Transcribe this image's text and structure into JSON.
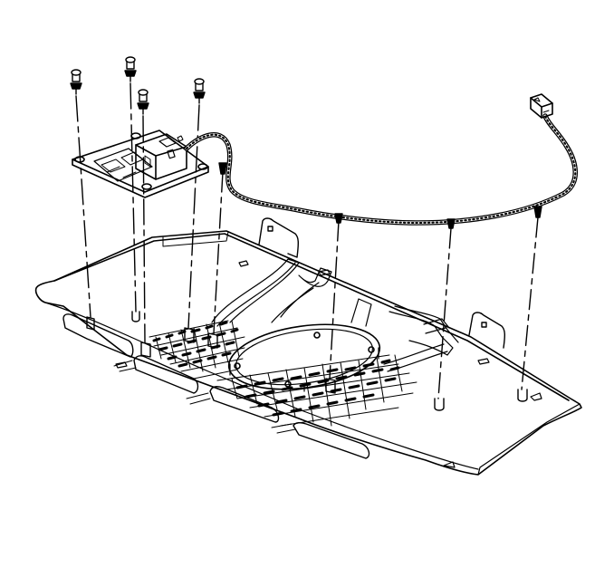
{
  "colors": {
    "background": "#ffffff",
    "line": "#000000"
  },
  "diagram": {
    "kind": "exploded-installation-view",
    "parts": [
      {
        "name": "overhead-console-housing",
        "icon": "console-housing"
      },
      {
        "name": "mounting-bracket",
        "icon": "bracket-plate"
      },
      {
        "name": "electrical-module",
        "icon": "module-box"
      },
      {
        "name": "wiring-harness",
        "icon": "harness-cable"
      },
      {
        "name": "harness-connector",
        "icon": "connector-plug"
      },
      {
        "name": "push-pin-fasteners",
        "icon": "push-pin",
        "count": 4
      },
      {
        "name": "harness-retainer-clips",
        "icon": "retainer-clip",
        "count": 4
      }
    ]
  }
}
